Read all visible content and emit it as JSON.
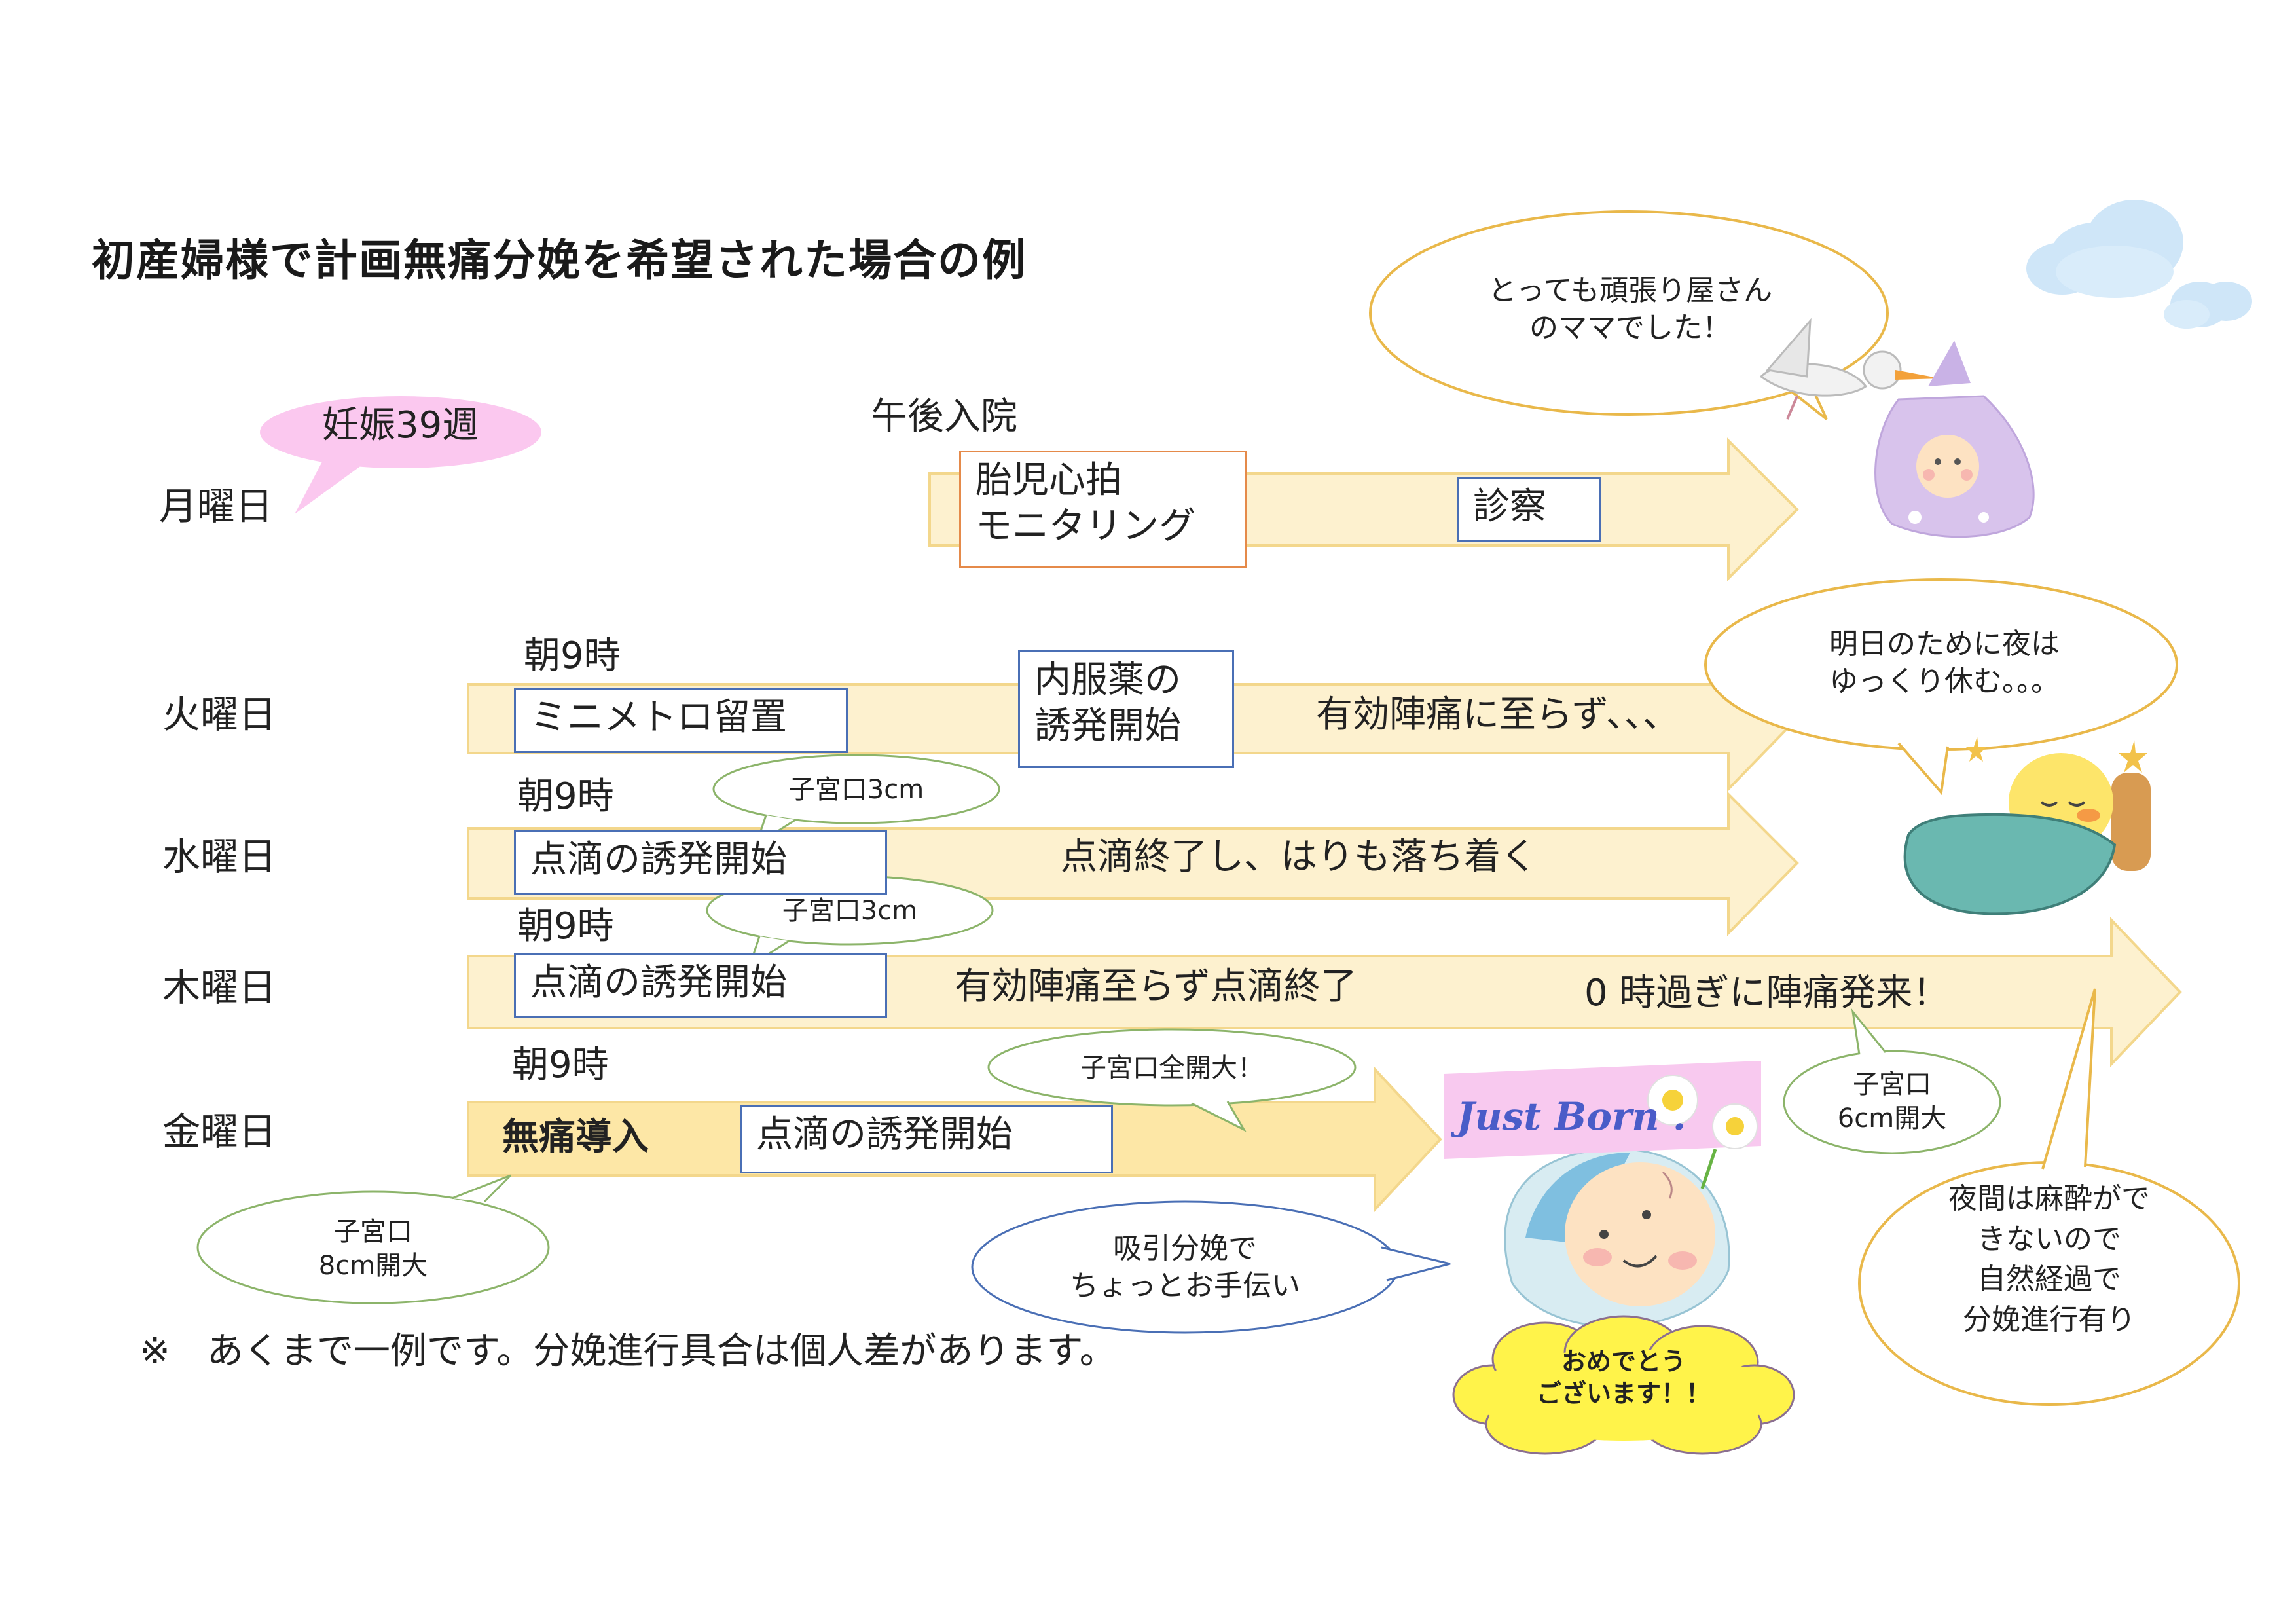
{
  "title": "初産婦様で計画無痛分娩を希望された場合の例",
  "days": {
    "mon": "月曜日",
    "tue": "火曜日",
    "wed": "水曜日",
    "thu": "木曜日",
    "fri": "金曜日"
  },
  "monday": {
    "week_bubble": "妊娠39週",
    "admission": "午後入院",
    "monitoring_line1": "胎児心拍",
    "monitoring_line2": "モニタリング",
    "exam": "診察"
  },
  "tuesday": {
    "time": "朝9時",
    "box1": "ミニメトロ留置",
    "box2_line1": "内服薬の",
    "box2_line2": "誘発開始",
    "text": "有効陣痛に至らず、、、"
  },
  "wednesday": {
    "time": "朝9時",
    "bubble": "子宮口3cm",
    "box": "点滴の誘発開始",
    "text": "点滴終了し、はりも落ち着く"
  },
  "thursday": {
    "time": "朝9時",
    "bubble": "子宮口3cm",
    "box": "点滴の誘発開始",
    "text1": "有効陣痛至らず点滴終了",
    "text2": "0 時過ぎに陣痛発来！",
    "bubble2_line1": "子宮口",
    "bubble2_line2": "6cm開大"
  },
  "friday": {
    "time": "朝9時",
    "epidural": "無痛導入",
    "box": "点滴の誘発開始",
    "bubble_full": "子宮口全開大！",
    "bubble_8_line1": "子宮口",
    "bubble_8_line2": "8cm開大",
    "vacuum_line1": "吸引分娩で",
    "vacuum_line2": "ちょっとお手伝い"
  },
  "right_notes": {
    "mama_line1": "とっても頑張り屋さん",
    "mama_line2": "のママでした！",
    "rest_line1": "明日のために夜は",
    "rest_line2": "ゆっくり休む。。。",
    "night_line1": "夜間は麻酔がで",
    "night_line2": "きないので",
    "night_line3": "自然経過で",
    "night_line4": "分娩進行有り"
  },
  "just_born": "Just Born .",
  "congrats_line1": "おめでとう",
  "congrats_line2": "ございます！！",
  "footnote": "※　あくまで一例です。分娩進行具合は個人差があります。",
  "colors": {
    "arrow_fill": "#fdf1cf",
    "arrow_stroke": "#f3d78c",
    "friday_fill": "#fde7a6",
    "pink_bubble": "#fbc8ef",
    "yellow_cloud": "#fff34a",
    "box_blue": "#4a6fb5",
    "box_orange": "#e58a4a"
  }
}
